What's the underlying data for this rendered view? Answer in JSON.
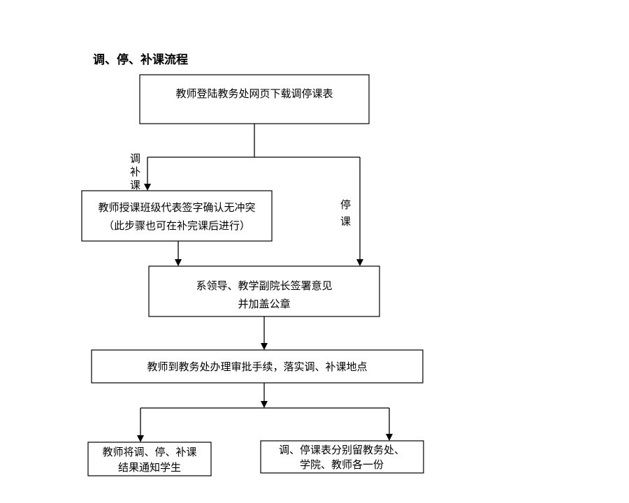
{
  "title": "调、停、补课流程",
  "steps": {
    "download": {
      "lines": [
        "教师登陆教务处网页下载调停课表"
      ]
    },
    "rep_sign": {
      "lines": [
        "教师授课班级代表签字确认无冲突",
        "（此步骤也可在补完课后进行）"
      ]
    },
    "leader_sign": {
      "lines": [
        "系领导、教学副院长签署意见",
        "并加盖公章"
      ]
    },
    "procedures": {
      "lines": [
        "教师到教务处办理审批手续，落实调、补课地点"
      ]
    },
    "notify": {
      "lines": [
        "教师将调、停、补课",
        "结果通知学生"
      ]
    },
    "archive": {
      "lines": [
        "调、停课表分别留教务处、",
        "学院、教师各一份"
      ]
    }
  },
  "branch_labels": {
    "left": [
      "调",
      "补",
      "课"
    ],
    "right": [
      "停",
      "课"
    ]
  }
}
